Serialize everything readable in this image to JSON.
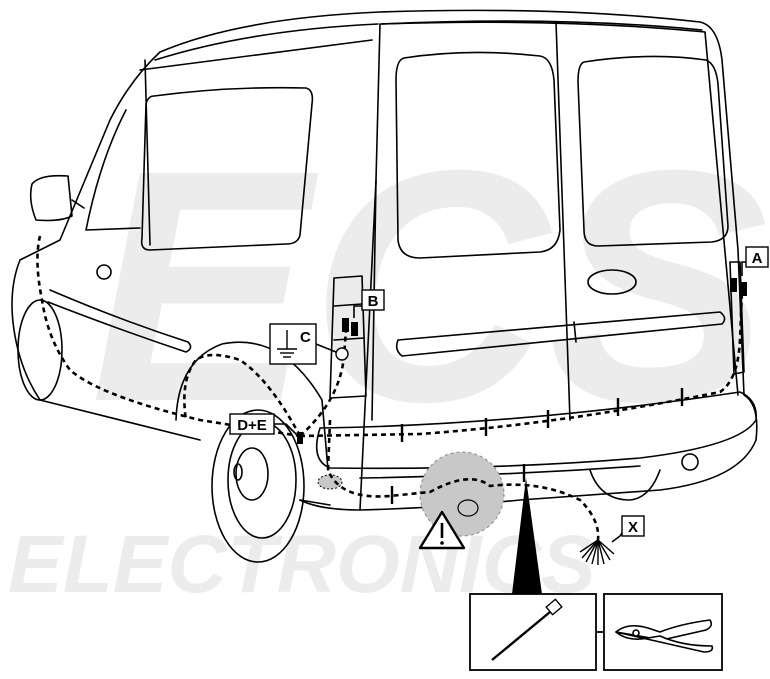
{
  "watermark": {
    "top": "ECS",
    "bottom": "ELECTRONICS"
  },
  "labels": {
    "a": "A",
    "b": "B",
    "c": "C",
    "de": "D+E",
    "x": "X"
  },
  "icons": {
    "warning": "warning-triangle-icon",
    "ground": "ground-symbol-icon",
    "cable_tie": "cable-tie-icon",
    "cutter": "side-cutter-icon"
  },
  "colors": {
    "line": "#000000",
    "highlight": "#c8c8c8",
    "watermark": "#ececec"
  }
}
